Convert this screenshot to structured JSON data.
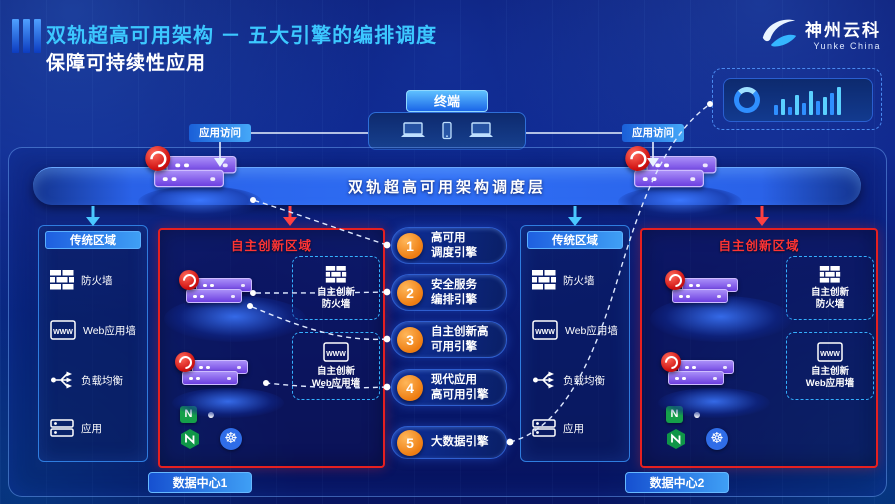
{
  "header": {
    "title": "双轨超高可用架构 － 五大引擎的编排调度",
    "subtitle": "保障可持续性应用",
    "logo_name": "神州云科",
    "logo_sub": "Yunke China"
  },
  "terminal": {
    "label": "终端"
  },
  "access": {
    "left": "应用访问",
    "right": "应用访问"
  },
  "scheduler": {
    "label": "双轨超高可用架构调度层"
  },
  "engines": [
    {
      "num": "1",
      "line1": "高可用",
      "line2": "调度引擎"
    },
    {
      "num": "2",
      "line1": "安全服务",
      "line2": "编排引擎"
    },
    {
      "num": "3",
      "line1": "自主创新高",
      "line2": "可用引擎"
    },
    {
      "num": "4",
      "line1": "现代应用",
      "line2": "高可用引擎"
    },
    {
      "num": "5",
      "line1": "大数据引擎",
      "line2": ""
    }
  ],
  "icons": {
    "www_label": "WWW",
    "nginx_badge": "N",
    "kubernetes_glyph": "☸"
  },
  "datacenters": [
    {
      "name": "数据中心1",
      "traditional": {
        "title": "传统区域",
        "items": [
          {
            "label": "防火墙",
            "icon": "firewall-icon"
          },
          {
            "label": "Web应用墙",
            "icon": "web-app-wall-icon"
          },
          {
            "label": "负载均衡",
            "icon": "load-balancer-icon"
          },
          {
            "label": "应用",
            "icon": "application-icon"
          }
        ]
      },
      "innovation": {
        "title": "自主创新区域",
        "firewall": {
          "line1": "自主创新",
          "line2": "防火墙"
        },
        "waf": {
          "line1": "自主创新",
          "line2": "Web应用墙"
        }
      }
    },
    {
      "name": "数据中心2",
      "traditional": {
        "title": "传统区域",
        "items": [
          {
            "label": "防火墙",
            "icon": "firewall-icon"
          },
          {
            "label": "Web应用墙",
            "icon": "web-app-wall-icon"
          },
          {
            "label": "负载均衡",
            "icon": "load-balancer-icon"
          },
          {
            "label": "应用",
            "icon": "application-icon"
          }
        ]
      },
      "innovation": {
        "title": "自主创新区域",
        "firewall": {
          "line1": "自主创新",
          "line2": "防火墙"
        },
        "waf": {
          "line1": "自主创新",
          "line2": "Web应用墙"
        }
      }
    }
  ],
  "colors": {
    "title_cyan": "#3cc8ff",
    "engine_number_orange": "#ee7d12",
    "innovation_red": "#e62020",
    "scheduler_blue": "#2f6ef5",
    "nginx_green": "#15a04a",
    "kubernetes_blue": "#2f6de8",
    "server_purple": "#7a52e8",
    "logo_disc_red": "#d01212"
  }
}
